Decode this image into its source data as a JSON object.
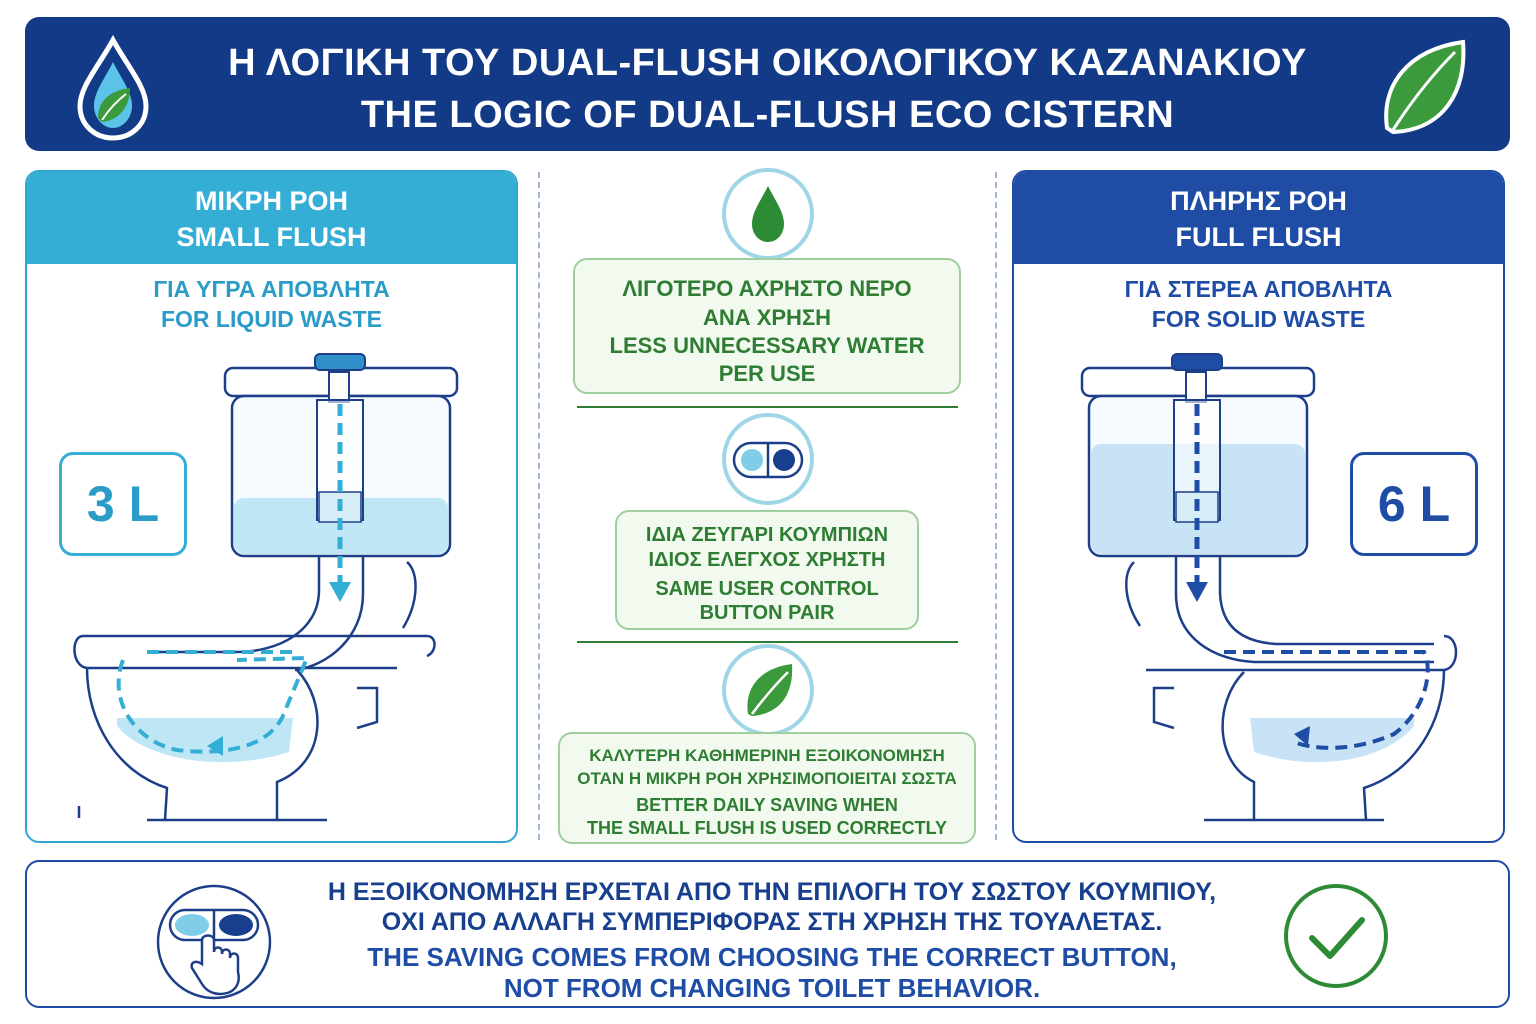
{
  "header": {
    "title_gr": "Η ΛΟΓΙΚΗ ΤΟΥ DUAL-FLUSH ΟΙΚΟΛΟΓΙΚΟΥ ΚΑΖΑΝΑΚΙΟΥ",
    "title_en": "THE LOGIC OF DUAL-FLUSH ECO CISTERN",
    "left_icon": "water-drop-leaf-icon",
    "right_icon": "leaf-icon"
  },
  "small_flush": {
    "title_gr": "ΜΙΚΡΗ ΡΟΗ",
    "title_en": "SMALL FLUSH",
    "sub_gr": "ΓΙΑ ΥΓΡΑ ΑΠΟΒΛΗΤΑ",
    "sub_en": "FOR LIQUID WASTE",
    "volume": "3 L",
    "tank_fill": 0.33,
    "color": "#35aed6"
  },
  "full_flush": {
    "title_gr": "ΠΛΗΡΗΣ ΡΟΗ",
    "title_en": "FULL FLUSH",
    "sub_gr": "ΓΙΑ ΣΤΕΡΕΑ ΑΠΟΒΛΗΤΑ",
    "sub_en": "FOR SOLID WASTE",
    "volume": "6 L",
    "tank_fill": 0.65,
    "color": "#1f4da6"
  },
  "middle": {
    "item1": {
      "icon": "water-drop-icon",
      "lines": [
        "ΛΙΓΟΤΕΡΟ ΑΧΡΗΣΤΟ ΝΕΡΟ",
        "ΑΝΑ ΧΡΗΣΗ",
        "LESS UNNECESSARY WATER",
        "PER USE"
      ]
    },
    "item2": {
      "icon": "dual-button-icon",
      "lines": [
        "ΙΔΙΑ ΖΕΥΓΑΡΙ ΚΟΥΜΠΙΩΝ",
        "ΙΔΙΟΣ ΕΛΕΓΧΟΣ ΧΡΗΣΤΗ",
        "SAME USER CONTROL",
        "BUTTON PAIR"
      ]
    },
    "item3": {
      "icon": "leaf-icon",
      "lines": [
        "ΚΑΛΥΤΕΡΗ ΚΑΘΗΜΕΡΙΝΗ ΕΞΟΙΚΟΝΟΜΗΣΗ",
        "ΟΤΑΝ Η ΜΙΚΡΗ ΡΟΗ ΧΡΗΣΙΜΟΠΟΙΕΙΤΑΙ ΣΩΣΤΑ",
        "BETTER DAILY SAVING WHEN",
        "THE SMALL FLUSH IS USED CORRECTLY"
      ]
    }
  },
  "bottom": {
    "line_gr_1": "Η ΕΞΟΙΚΟΝΟΜΗΣΗ ΕΡΧΕΤΑΙ ΑΠΟ ΤΗΝ ΕΠΙΛΟΓΗ ΤΟΥ ΣΩΣΤΟΥ ΚΟΥΜΠΙΟΥ,",
    "line_gr_2": "ΟΧΙ ΑΠΟ ΑΛΛΑΓΗ ΣΥΜΠΕΡΙΦΟΡΑΣ ΣΤΗ ΧΡΗΣΗ ΤΗΣ ΤΟΥΑΛΕΤΑΣ.",
    "line_en_1": "THE SAVING COMES FROM CHOOSING THE CORRECT BUTTON,",
    "line_en_2": "NOT FROM CHANGING TOILET BEHAVIOR.",
    "left_icon": "hand-pressing-button-icon",
    "right_icon": "check-icon"
  }
}
